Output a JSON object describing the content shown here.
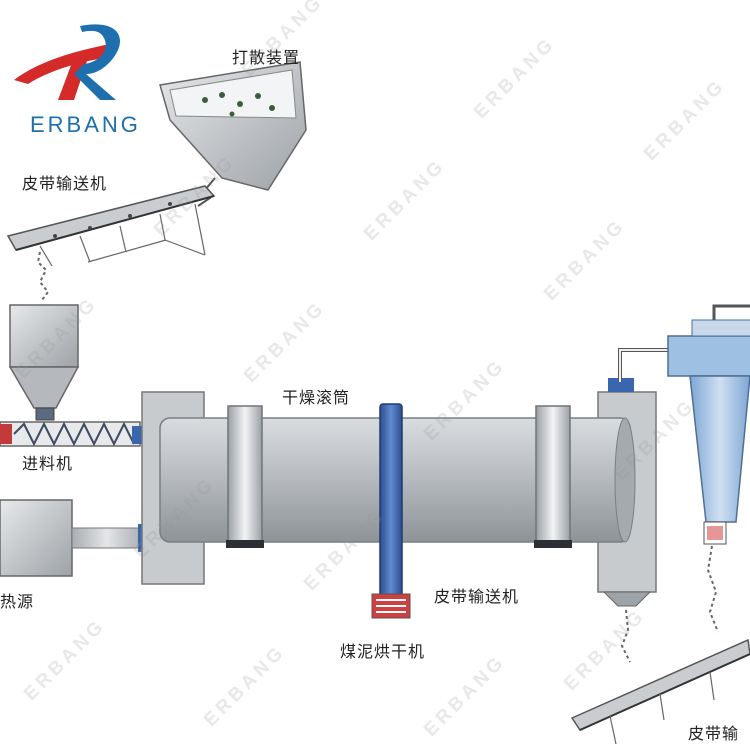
{
  "logo": {
    "text": "ERBANG"
  },
  "labels": {
    "scatter_device": "打散装置",
    "belt_conveyor_top": "皮带输送机",
    "drying_drum": "干燥滚筒",
    "feeder": "进料机",
    "heat_source": "热源",
    "belt_conveyor_mid": "皮带输送机",
    "coal_slime_dryer": "煤泥烘干机",
    "belt_conveyor_bottom": "皮带输"
  },
  "watermark": {
    "text": "ERBANG"
  },
  "colors": {
    "drum": "#b8bcc0",
    "drum_dark": "#8f9498",
    "steel": "#cfd3d6",
    "blue_ring": "#3a66b0",
    "cyclone": "#8fb4dc",
    "logo_red": "#d42a2a",
    "logo_blue": "#1d6fae"
  }
}
